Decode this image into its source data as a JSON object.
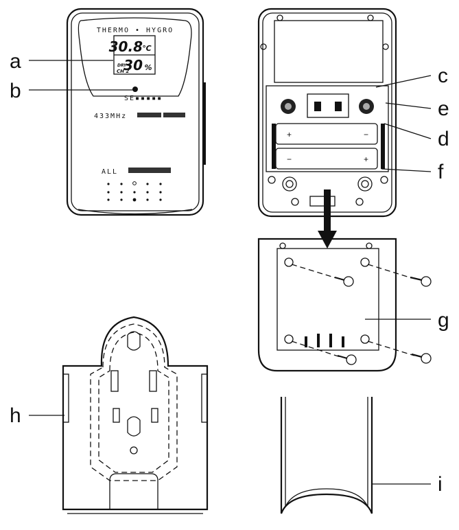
{
  "device": {
    "brand_title": "THERMO • HYGRO",
    "lcd_temperature": "30.8",
    "lcd_temp_unit": "℃",
    "lcd_humidity": "30",
    "lcd_humidity_unit": "%",
    "lcd_dry": "DRY",
    "lcd_channel": "CH  2",
    "maker_label": "SE▪▪▪▪▪",
    "frequency": "433MHz",
    "bottom_label": "ALL"
  },
  "callouts": [
    {
      "letter": "a",
      "target": "lcd-display"
    },
    {
      "letter": "b",
      "target": "led-indicator"
    },
    {
      "letter": "c",
      "target": "battery-cover-edge"
    },
    {
      "letter": "e",
      "target": "channel-switch"
    },
    {
      "letter": "d",
      "target": "battery-compartment"
    },
    {
      "letter": "f",
      "target": "batteries"
    },
    {
      "letter": "g",
      "target": "wall-plate"
    },
    {
      "letter": "h",
      "target": "stand-bracket"
    },
    {
      "letter": "i",
      "target": "u-holder"
    }
  ]
}
